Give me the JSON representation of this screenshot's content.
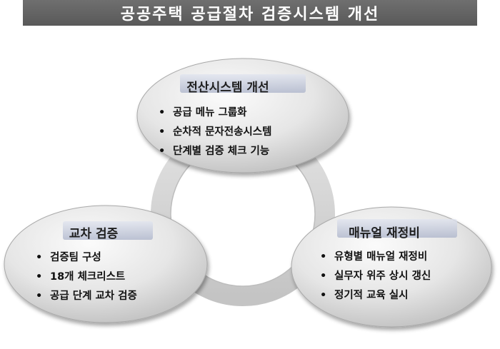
{
  "title": "공공주택 공급절차 검증시스템 개선",
  "colors": {
    "title_bar": "#626262",
    "ring": "#d4d4d4",
    "bubble_light": "#f8f8f8",
    "bubble_dark": "#c6c6c6",
    "heading_band": "#bfc6da"
  },
  "bubbles": {
    "top": {
      "heading": "전산시스템 개선",
      "items": [
        "공급 메뉴 그룹화",
        "순차적 문자전송시스템",
        "단계별 검증 체크 기능"
      ]
    },
    "left": {
      "heading": "교차 검증",
      "items": [
        "검증팀 구성",
        "18개 체크리스트",
        "공급 단계 교차 검증"
      ]
    },
    "right": {
      "heading": "매뉴얼 재정비",
      "items": [
        "유형별 매뉴얼 재정비",
        "실무자 위주 상시 갱신",
        "정기적 교육 실시"
      ]
    }
  },
  "bullet": "•"
}
